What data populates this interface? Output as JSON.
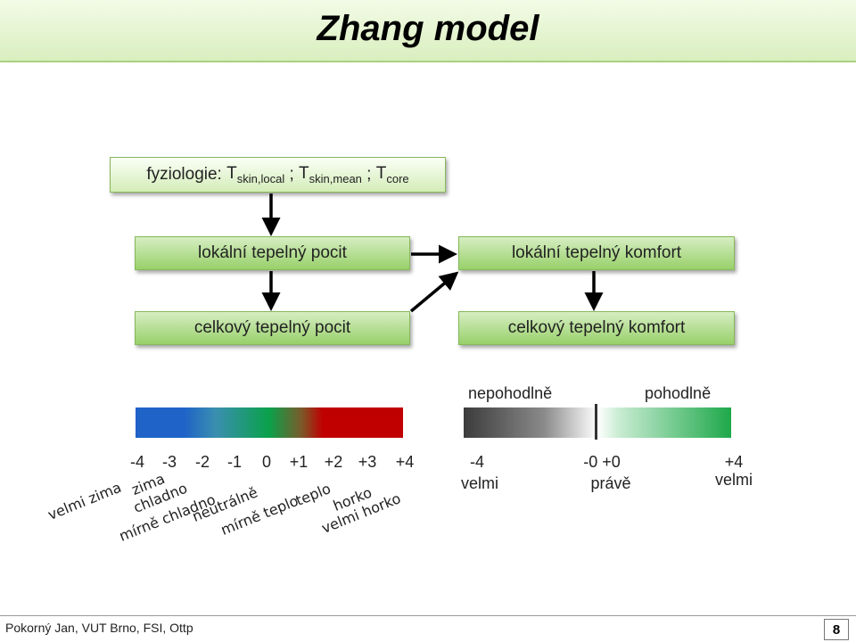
{
  "title": "Zhang model",
  "physiology": {
    "prefix": "fyziologie: ",
    "t1": "T",
    "s1": "skin,local",
    "sep1": " ; ",
    "t2": "T",
    "s2": "skin,mean",
    "sep2": " ; ",
    "t3": "T",
    "s3": "core"
  },
  "boxes": {
    "local_sensation": "lokální tepelný pocit",
    "local_comfort": "lokální tepelný komfort",
    "overall_sensation": "celkový tepelný pocit",
    "overall_comfort": "celkový tepelný komfort"
  },
  "sensation_scale": {
    "values": [
      "-4",
      "-3",
      "-2",
      "-1",
      "0",
      "+1",
      "+2",
      "+3",
      "+4"
    ],
    "labels": [
      "velmi zima",
      "zima",
      "chladno",
      "mírně chladno",
      "neutrálně",
      "mírně teplo",
      "teplo",
      "horko",
      "velmi horko"
    ],
    "colors": [
      "#1f62c8",
      "#0aa14a",
      "#c00000"
    ]
  },
  "comfort_scale": {
    "left_label": "nepohodlně",
    "right_label": "pohodlně",
    "ticks": [
      {
        "value": "-4",
        "word": "velmi"
      },
      {
        "value": "-0 +0",
        "word": "právě"
      },
      {
        "value": "+4",
        "word": "velmi"
      }
    ],
    "colors": [
      "#3c3c3c",
      "#ffffff",
      "#1ea84a"
    ]
  },
  "footer": {
    "author": "Pokorný Jan, VUT Brno, FSI, Ottp",
    "page": "8"
  }
}
